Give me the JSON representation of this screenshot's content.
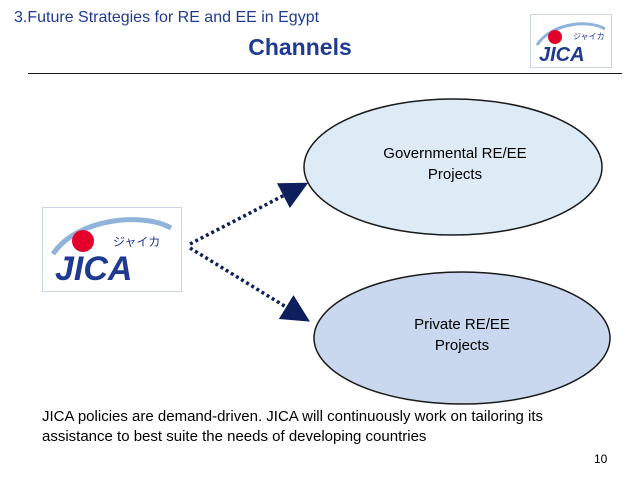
{
  "header": {
    "title": "3.Future Strategies for RE and EE in Egypt",
    "subtitle": "Channels"
  },
  "logo": {
    "wordmark": "JICA",
    "katakana": "ジャイカ"
  },
  "diagram": {
    "top_node": {
      "line1": "Governmental RE/EE",
      "line2": "Projects"
    },
    "bottom_node": {
      "line1": "Private RE/EE",
      "line2": "Projects"
    }
  },
  "footer": {
    "line1": "JICA policies are demand-driven. JICA will continuously work on tailoring its",
    "line2": "assistance to best suite the needs of developing countries"
  },
  "page_number": "10",
  "colors": {
    "title_blue": "#1f3a93",
    "top_ellipse_fill": "#dcebf5",
    "bottom_ellipse_fill": "#c9d8ee",
    "arrow": "#0d1f5c"
  }
}
